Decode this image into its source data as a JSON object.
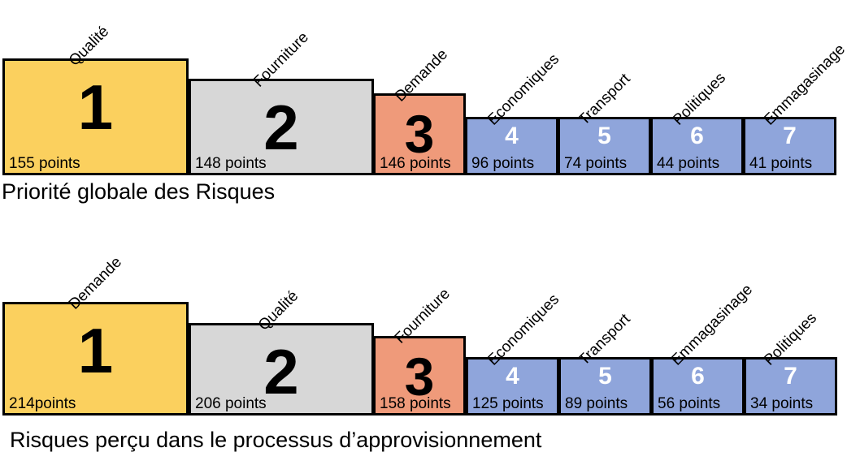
{
  "chart_data": [
    {
      "type": "bar",
      "title": "Priorité globale des Risques",
      "xlabel": "",
      "ylabel": "points",
      "categories": [
        "Qualité",
        "Fourniture",
        "Demande",
        "Economiques",
        "Transport",
        "Politiques",
        "Emmagasinage"
      ],
      "values": [
        155,
        148,
        146,
        96,
        74,
        44,
        41
      ],
      "ranks": [
        "1",
        "2",
        "3",
        "4",
        "5",
        "6",
        "7"
      ],
      "value_labels": [
        "155 points",
        "148 points",
        "146 points",
        "96 points",
        "74 points",
        "44 points",
        "41 points"
      ],
      "colors": [
        "#FBD05E",
        "#D7D7D7",
        "#EF9A7A",
        "#8FA5DB",
        "#8FA5DB",
        "#8FA5DB",
        "#8FA5DB"
      ],
      "grid": false,
      "legend": "none"
    },
    {
      "type": "bar",
      "title": "Risques perçu dans le processus d’approvisionnement",
      "xlabel": "",
      "ylabel": "points",
      "categories": [
        "Demande",
        "Qualité",
        "Fourniture",
        "Economiques",
        "Transport",
        "Emmagasinage",
        "Politiques"
      ],
      "values": [
        214,
        206,
        158,
        125,
        89,
        56,
        34
      ],
      "ranks": [
        "1",
        "2",
        "3",
        "4",
        "5",
        "6",
        "7"
      ],
      "value_labels": [
        "214points",
        "206 points",
        "158 points",
        "125 points",
        "89 points",
        "56 points",
        "34 points"
      ],
      "colors": [
        "#FBD05E",
        "#D7D7D7",
        "#EF9A7A",
        "#8FA5DB",
        "#8FA5DB",
        "#8FA5DB",
        "#8FA5DB"
      ],
      "grid": false,
      "legend": "none"
    }
  ],
  "palette": {
    "rank1": "#FBD05E",
    "rank2": "#D7D7D7",
    "rank3": "#EF9A7A",
    "rest": "#8FA5DB",
    "outline": "#000000",
    "background": "#FFFFFF"
  }
}
